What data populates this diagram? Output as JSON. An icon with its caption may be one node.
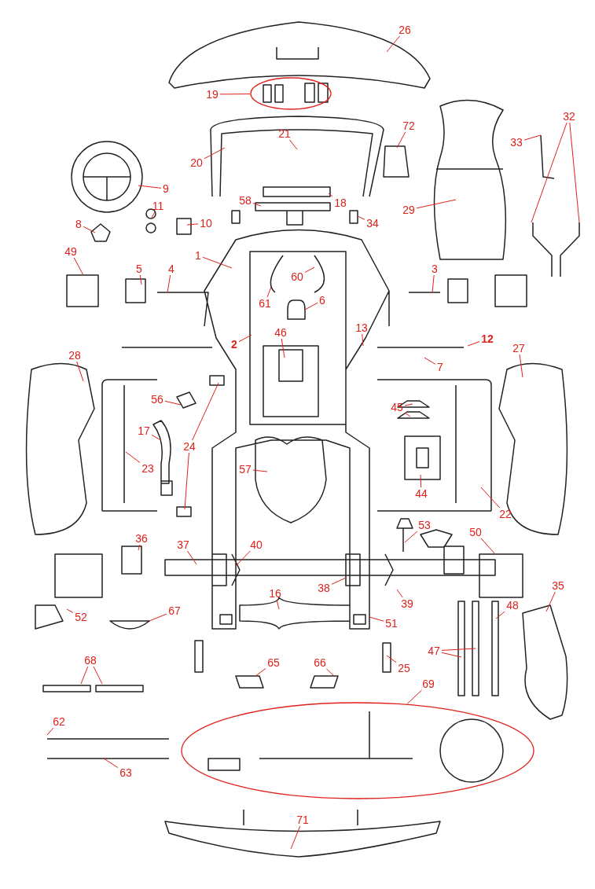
{
  "diagram": {
    "nodes": [
      {
        "text": [
          "26"
        ]
      },
      {
        "text": [],
        "shape": "ellipse"
      },
      {
        "text": [
          "19"
        ]
      },
      {
        "text": [
          "21"
        ]
      },
      {
        "text": [
          "72"
        ]
      },
      {
        "text": [
          "33"
        ]
      },
      {
        "text": [
          "32"
        ]
      },
      {
        "text": [
          "20"
        ]
      },
      {
        "text": [
          "9"
        ]
      },
      {
        "text": [
          "18"
        ]
      },
      {
        "text": [
          "58"
        ]
      },
      {
        "text": [
          "29"
        ]
      },
      {
        "text": [
          "11"
        ]
      },
      {
        "text": [
          "34"
        ]
      },
      {
        "text": [
          "8"
        ]
      },
      {
        "text": [
          "10"
        ]
      },
      {
        "text": [
          "1"
        ]
      },
      {
        "text": [
          "49"
        ]
      },
      {
        "text": [
          "60"
        ]
      },
      {
        "text": [
          "5"
        ]
      },
      {
        "text": [
          "4"
        ]
      },
      {
        "text": [
          "3"
        ]
      },
      {
        "text": [
          "6"
        ]
      },
      {
        "text": [
          "61"
        ]
      },
      {
        "text": [
          "13"
        ]
      },
      {
        "text": [
          "46"
        ]
      },
      {
        "text": [
          "12"
        ]
      },
      {
        "text": [
          "2"
        ]
      },
      {
        "text": [
          "27"
        ]
      },
      {
        "text": [
          "28"
        ]
      },
      {
        "text": [
          "7"
        ]
      },
      {
        "text": [
          "56"
        ]
      },
      {
        "text": [
          "45"
        ]
      },
      {
        "text": [
          "17"
        ]
      },
      {
        "text": [
          "24"
        ]
      },
      {
        "text": [
          "23"
        ]
      },
      {
        "text": [
          "57"
        ]
      },
      {
        "text": [
          "44"
        ]
      },
      {
        "text": [
          "22"
        ]
      },
      {
        "text": [
          "53"
        ]
      },
      {
        "text": [
          "50"
        ]
      },
      {
        "text": [
          "36"
        ]
      },
      {
        "text": [
          "37"
        ]
      },
      {
        "text": [
          "40"
        ]
      },
      {
        "text": [
          "35"
        ]
      },
      {
        "text": [
          "38"
        ]
      },
      {
        "text": [
          "16"
        ]
      },
      {
        "text": [
          "39"
        ]
      },
      {
        "text": [
          "48"
        ]
      },
      {
        "text": [
          "52"
        ]
      },
      {
        "text": [
          "67"
        ]
      },
      {
        "text": [
          "51"
        ]
      },
      {
        "text": [
          "47"
        ]
      },
      {
        "text": [
          "68"
        ]
      },
      {
        "text": [
          "65"
        ]
      },
      {
        "text": [
          "66"
        ]
      },
      {
        "text": [
          "25"
        ]
      },
      {
        "text": [
          "69"
        ]
      },
      {
        "text": [],
        "shape": "ellipse"
      },
      {
        "text": [
          "62"
        ]
      },
      {
        "text": [
          "63"
        ]
      },
      {
        "text": [
          "71"
        ]
      }
    ],
    "edges": [
      {
        "from": 0,
        "to": null,
        "arrow": "none"
      },
      {
        "from": 2,
        "to": 1,
        "arrow": "none"
      },
      {
        "from": 3,
        "to": null,
        "arrow": "none"
      },
      {
        "from": 4,
        "to": null,
        "arrow": "none"
      },
      {
        "from": 5,
        "to": null,
        "arrow": "none"
      },
      {
        "from": 6,
        "to": null,
        "arrow": "none"
      },
      {
        "from": 6,
        "to": null,
        "arrow": "none"
      },
      {
        "from": 7,
        "to": null,
        "arrow": "none"
      },
      {
        "from": 8,
        "to": null,
        "arrow": "none"
      },
      {
        "from": 9,
        "to": null,
        "arrow": "none"
      },
      {
        "from": 10,
        "to": null,
        "arrow": "none"
      },
      {
        "from": 11,
        "to": null,
        "arrow": "none"
      },
      {
        "from": 12,
        "to": null,
        "arrow": "none"
      },
      {
        "from": 13,
        "to": null,
        "arrow": "none"
      },
      {
        "from": 14,
        "to": null,
        "arrow": "none"
      },
      {
        "from": 15,
        "to": null,
        "arrow": "none"
      },
      {
        "from": 16,
        "to": null,
        "arrow": "none"
      },
      {
        "from": 17,
        "to": null,
        "arrow": "none"
      },
      {
        "from": 18,
        "to": null,
        "arrow": "none"
      },
      {
        "from": 19,
        "to": null,
        "arrow": "none"
      },
      {
        "from": 20,
        "to": null,
        "arrow": "none"
      },
      {
        "from": 21,
        "to": null,
        "arrow": "none"
      },
      {
        "from": 22,
        "to": null,
        "arrow": "none"
      },
      {
        "from": 23,
        "to": null,
        "arrow": "none"
      },
      {
        "from": 24,
        "to": null,
        "arrow": "none"
      },
      {
        "from": 25,
        "to": null,
        "arrow": "none"
      },
      {
        "from": 26,
        "to": null,
        "arrow": "none"
      },
      {
        "from": 27,
        "to": null,
        "arrow": "none"
      },
      {
        "from": 28,
        "to": null,
        "arrow": "none"
      },
      {
        "from": 29,
        "to": null,
        "arrow": "none"
      },
      {
        "from": 30,
        "to": null,
        "arrow": "none"
      },
      {
        "from": 31,
        "to": null,
        "arrow": "none"
      },
      {
        "from": 32,
        "to": null,
        "arrow": "none"
      },
      {
        "from": 32,
        "to": null,
        "arrow": "none"
      },
      {
        "from": 33,
        "to": null,
        "arrow": "none"
      },
      {
        "from": 34,
        "to": null,
        "arrow": "none"
      },
      {
        "from": 34,
        "to": null,
        "arrow": "none"
      },
      {
        "from": 35,
        "to": null,
        "arrow": "none"
      },
      {
        "from": 36,
        "to": null,
        "arrow": "none"
      },
      {
        "from": 37,
        "to": null,
        "arrow": "none"
      },
      {
        "from": 38,
        "to": null,
        "arrow": "none"
      },
      {
        "from": 39,
        "to": null,
        "arrow": "none"
      },
      {
        "from": 40,
        "to": null,
        "arrow": "none"
      },
      {
        "from": 41,
        "to": null,
        "arrow": "none"
      },
      {
        "from": 42,
        "to": null,
        "arrow": "none"
      },
      {
        "from": 43,
        "to": null,
        "arrow": "none"
      },
      {
        "from": 44,
        "to": null,
        "arrow": "none"
      },
      {
        "from": 45,
        "to": null,
        "arrow": "none"
      },
      {
        "from": 46,
        "to": null,
        "arrow": "none"
      },
      {
        "from": 47,
        "to": null,
        "arrow": "none"
      },
      {
        "from": 48,
        "to": null,
        "arrow": "none"
      },
      {
        "from": 49,
        "to": null,
        "arrow": "none"
      },
      {
        "from": 50,
        "to": null,
        "arrow": "none"
      },
      {
        "from": 51,
        "to": null,
        "arrow": "none"
      },
      {
        "from": 52,
        "to": null,
        "arrow": "none"
      },
      {
        "from": 52,
        "to": null,
        "arrow": "none"
      },
      {
        "from": 53,
        "to": null,
        "arrow": "none"
      },
      {
        "from": 53,
        "to": null,
        "arrow": "none"
      },
      {
        "from": 54,
        "to": null,
        "arrow": "none"
      },
      {
        "from": 55,
        "to": null,
        "arrow": "none"
      },
      {
        "from": 56,
        "to": null,
        "arrow": "none"
      },
      {
        "from": 57,
        "to": 58,
        "arrow": "none"
      },
      {
        "from": 59,
        "to": null,
        "arrow": "none"
      },
      {
        "from": 60,
        "to": null,
        "arrow": "none"
      },
      {
        "from": 61,
        "to": null,
        "arrow": "none"
      }
    ]
  }
}
